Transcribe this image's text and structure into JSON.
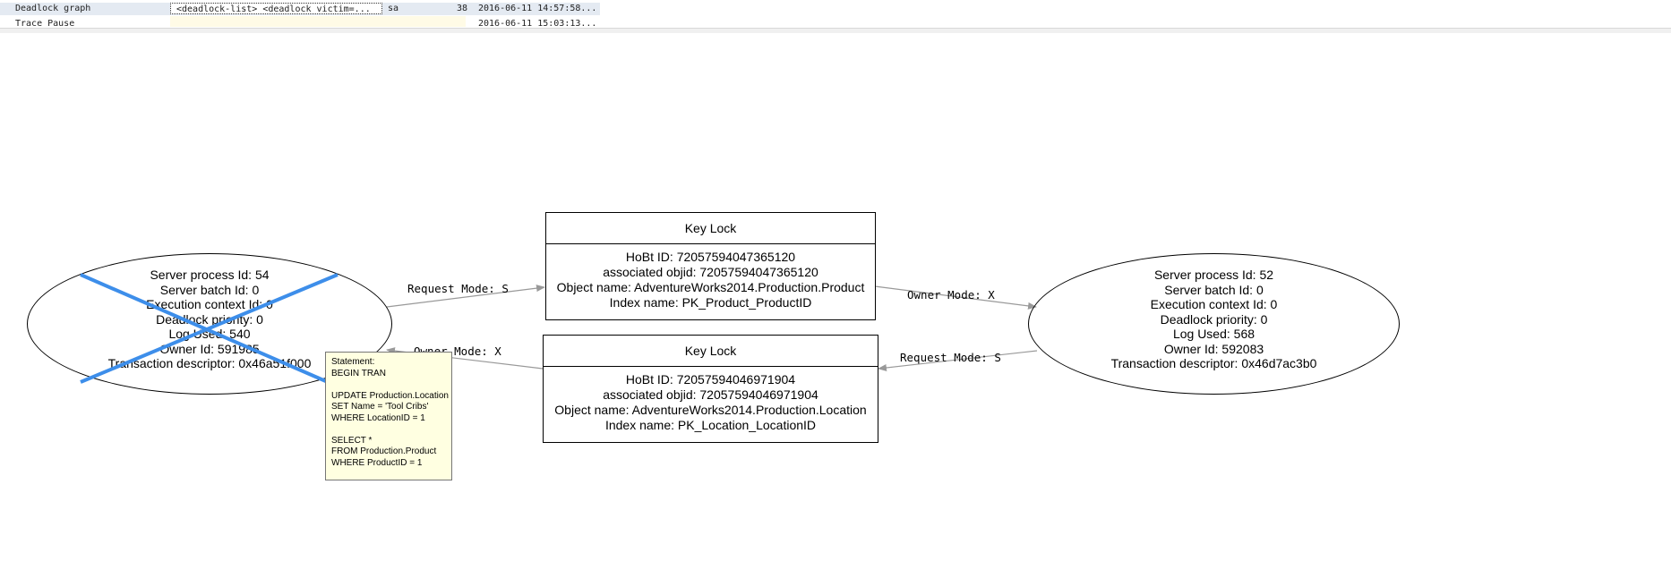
{
  "trace_grid": {
    "rows": [
      {
        "event": "Deadlock graph",
        "text_data": "<deadlock-list>   <deadlock victim=...",
        "login": "sa",
        "spid": "38",
        "start_time": "2016-06-11 14:57:58..."
      },
      {
        "event": "Trace Pause",
        "text_data": "",
        "login": "",
        "spid": "",
        "start_time": "2016-06-11 15:03:13..."
      }
    ]
  },
  "graph": {
    "victim_process": {
      "lines": [
        "Server process Id: 54",
        "Server batch Id: 0",
        "Execution context Id: 0",
        "Deadlock priority: 0",
        "Log Used: 540",
        "Owner Id: 591985",
        "Transaction descriptor: 0x46a51f000"
      ],
      "victim_mark_color": "#3d8eea"
    },
    "other_process": {
      "lines": [
        "Server process Id: 52",
        "Server batch Id: 0",
        "Execution context Id: 0",
        "Deadlock priority: 0",
        "Log Used: 568",
        "Owner Id: 592083",
        "Transaction descriptor: 0x46d7ac3b0"
      ]
    },
    "lock_product": {
      "title": "Key Lock",
      "lines": [
        "HoBt ID: 72057594047365120",
        "associated objid: 72057594047365120",
        "Object name: AdventureWorks2014.Production.Product",
        "Index name: PK_Product_ProductID"
      ]
    },
    "lock_location": {
      "title": "Key Lock",
      "lines": [
        "HoBt ID: 72057594046971904",
        "associated objid: 72057594046971904",
        "Object name: AdventureWorks2014.Production.Location",
        "Index name: PK_Location_LocationID"
      ]
    },
    "edges": {
      "left_request": "Request Mode: S",
      "top_owner": "Owner Mode: X",
      "right_request": "Request Mode: S",
      "bottom_owner": "Owner Mode: X"
    },
    "tooltip": "Statement:\nBEGIN TRAN\n\nUPDATE Production.Location\nSET Name = 'Tool Cribs'\nWHERE LocationID = 1\n\nSELECT *\nFROM Production.Product\nWHERE ProductID = 1"
  }
}
